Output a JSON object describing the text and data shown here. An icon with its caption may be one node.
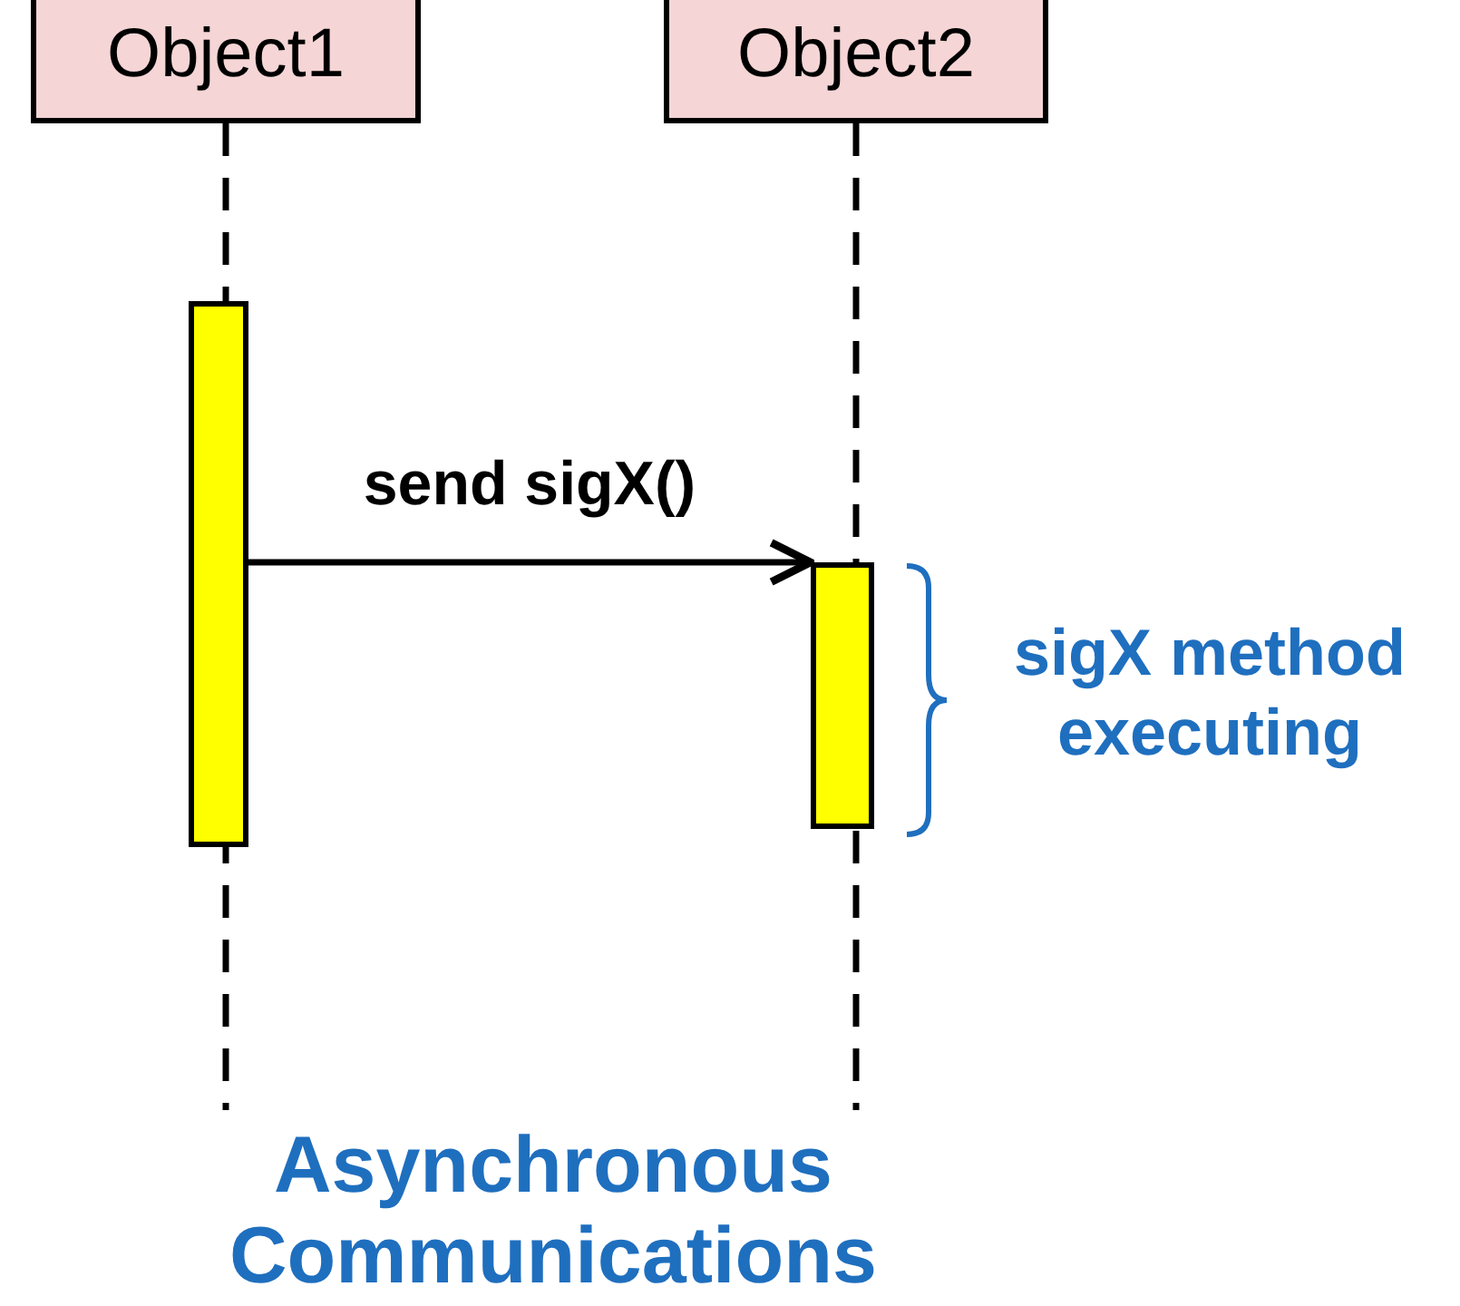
{
  "diagram": {
    "caption": "Asynchronous Communications",
    "nodes": [
      {
        "text": [
          "Object1"
        ]
      },
      {
        "text": [
          "Object2"
        ]
      },
      {
        "text": [],
        "shape": "bar"
      },
      {
        "text": [],
        "shape": "bar"
      }
    ],
    "edges": [
      {
        "from": 0,
        "to": null,
        "arrow": "none",
        "style": "dashed"
      },
      {
        "from": 1,
        "to": null,
        "arrow": "none",
        "style": "dashed"
      },
      {
        "from": 2,
        "to": 3,
        "arrow": "to",
        "label": "send sigX()"
      }
    ],
    "labels": [
      "sigX method executing"
    ]
  }
}
